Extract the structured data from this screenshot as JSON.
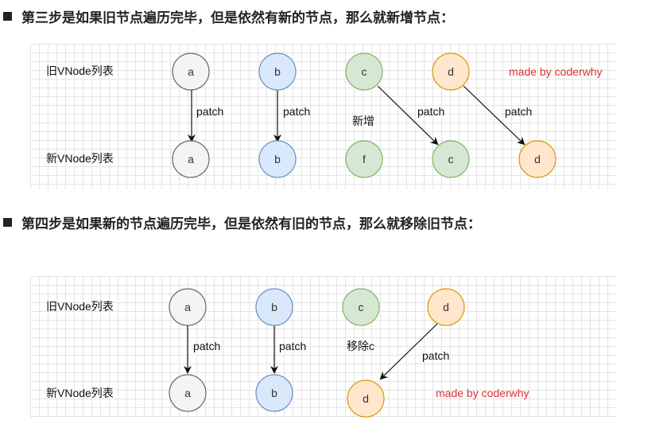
{
  "colors": {
    "gray_fill": "#f4f4f4",
    "gray_stroke": "#666666",
    "blue_fill": "#dae8fc",
    "blue_stroke": "#6c8ebf",
    "green_fill": "#d5e8d4",
    "green_stroke": "#82b366",
    "orange_fill": "#ffe6cc",
    "orange_stroke": "#d79b00",
    "red_text": "#e03030"
  },
  "step3": {
    "heading": "第三步是如果旧节点遍历完毕，但是依然有新的节点，那么就新增节点：",
    "old_label": "旧VNode列表",
    "new_label": "新VNode列表",
    "watermark": "made by coderwhy",
    "added_label": "新增",
    "old_nodes": [
      {
        "id": "a",
        "label": "a",
        "color": "gray"
      },
      {
        "id": "b",
        "label": "b",
        "color": "blue"
      },
      {
        "id": "c",
        "label": "c",
        "color": "green"
      },
      {
        "id": "d",
        "label": "d",
        "color": "orange"
      }
    ],
    "new_nodes": [
      {
        "id": "a",
        "label": "a",
        "color": "gray"
      },
      {
        "id": "b",
        "label": "b",
        "color": "blue"
      },
      {
        "id": "f",
        "label": "f",
        "color": "green"
      },
      {
        "id": "c",
        "label": "c",
        "color": "green"
      },
      {
        "id": "d",
        "label": "d",
        "color": "orange"
      }
    ],
    "edges": [
      {
        "from": "a",
        "to": "a",
        "label": "patch"
      },
      {
        "from": "b",
        "to": "b",
        "label": "patch"
      },
      {
        "from": "c",
        "to": "c",
        "label": "patch"
      },
      {
        "from": "d",
        "to": "d",
        "label": "patch"
      }
    ]
  },
  "step4": {
    "heading": "第四步是如果新的节点遍历完毕，但是依然有旧的节点，那么就移除旧节点：",
    "old_label": "旧VNode列表",
    "new_label": "新VNode列表",
    "watermark": "made by coderwhy",
    "removed_label": "移除c",
    "old_nodes": [
      {
        "id": "a",
        "label": "a",
        "color": "gray"
      },
      {
        "id": "b",
        "label": "b",
        "color": "blue"
      },
      {
        "id": "c",
        "label": "c",
        "color": "green"
      },
      {
        "id": "d",
        "label": "d",
        "color": "orange"
      }
    ],
    "new_nodes": [
      {
        "id": "a",
        "label": "a",
        "color": "gray"
      },
      {
        "id": "b",
        "label": "b",
        "color": "blue"
      },
      {
        "id": "d",
        "label": "d",
        "color": "orange"
      }
    ],
    "edges": [
      {
        "from": "a",
        "to": "a",
        "label": "patch"
      },
      {
        "from": "b",
        "to": "b",
        "label": "patch"
      },
      {
        "from": "d",
        "to": "d",
        "label": "patch"
      }
    ]
  }
}
